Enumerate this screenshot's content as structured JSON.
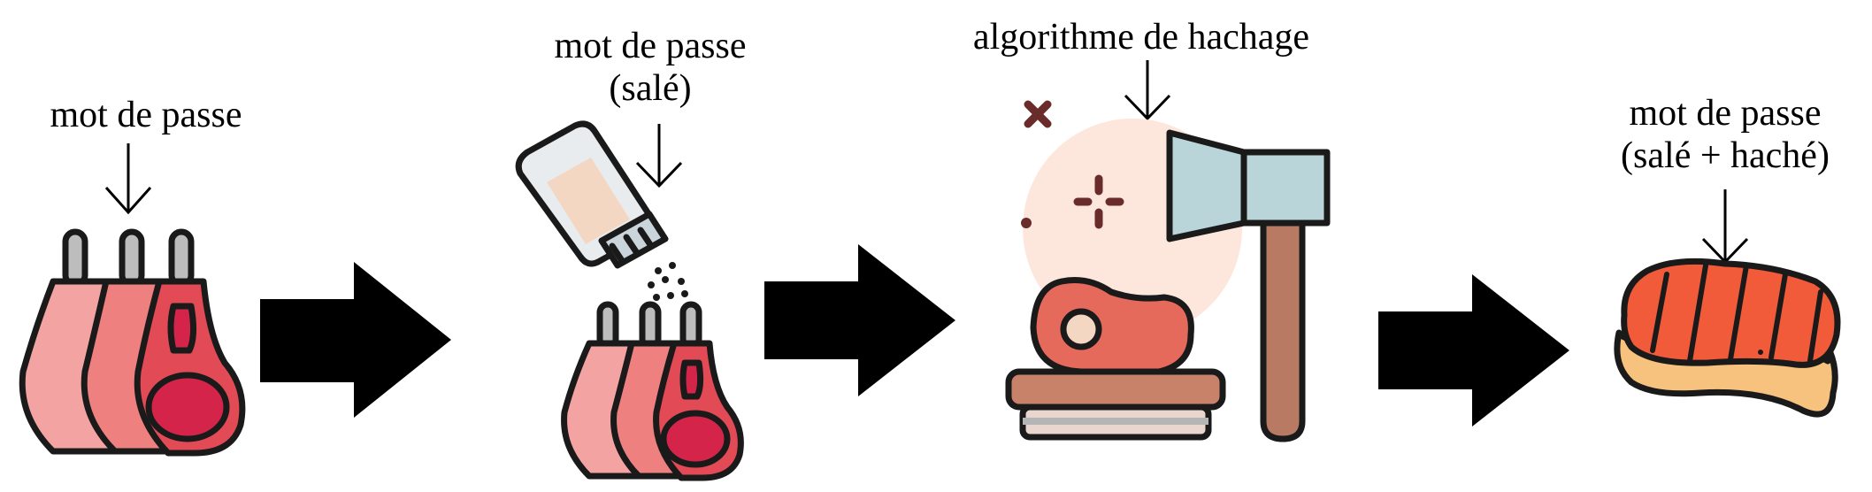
{
  "steps": [
    {
      "label_lines": [
        "mot de passe"
      ],
      "icon": "lamb-rack-icon"
    },
    {
      "label_lines": [
        "mot de passe",
        "(salé)"
      ],
      "icon": "salt-shaker-icon"
    },
    {
      "label_lines": [
        "algorithme de hachage"
      ],
      "icon": "cleaver-axe-icon"
    },
    {
      "label_lines": [
        "mot de passe",
        "(salé + haché)"
      ],
      "icon": "grilled-steak-icon"
    }
  ],
  "flow_arrows": [
    "right-arrow-icon",
    "right-arrow-icon",
    "right-arrow-icon"
  ],
  "colors": {
    "outline": "#1a1a1a",
    "meat_light": "#f4a3a3",
    "meat_mid": "#ef8080",
    "meat_dark": "#e24a55",
    "meat_deep": "#d5244a",
    "bone": "#bdbdbd",
    "salt_glass": "#e9ecef",
    "salt_cap": "#c9d4db",
    "salt_fill": "#f3d7c2",
    "axe_blade": "#b9d5d9",
    "axe_handle": "#b87a63",
    "board": "#c8826a",
    "glow": "#fde7dc",
    "steak": "#f25b3a",
    "steak_fat": "#f7c27e",
    "spark": "#6a2b2b"
  }
}
